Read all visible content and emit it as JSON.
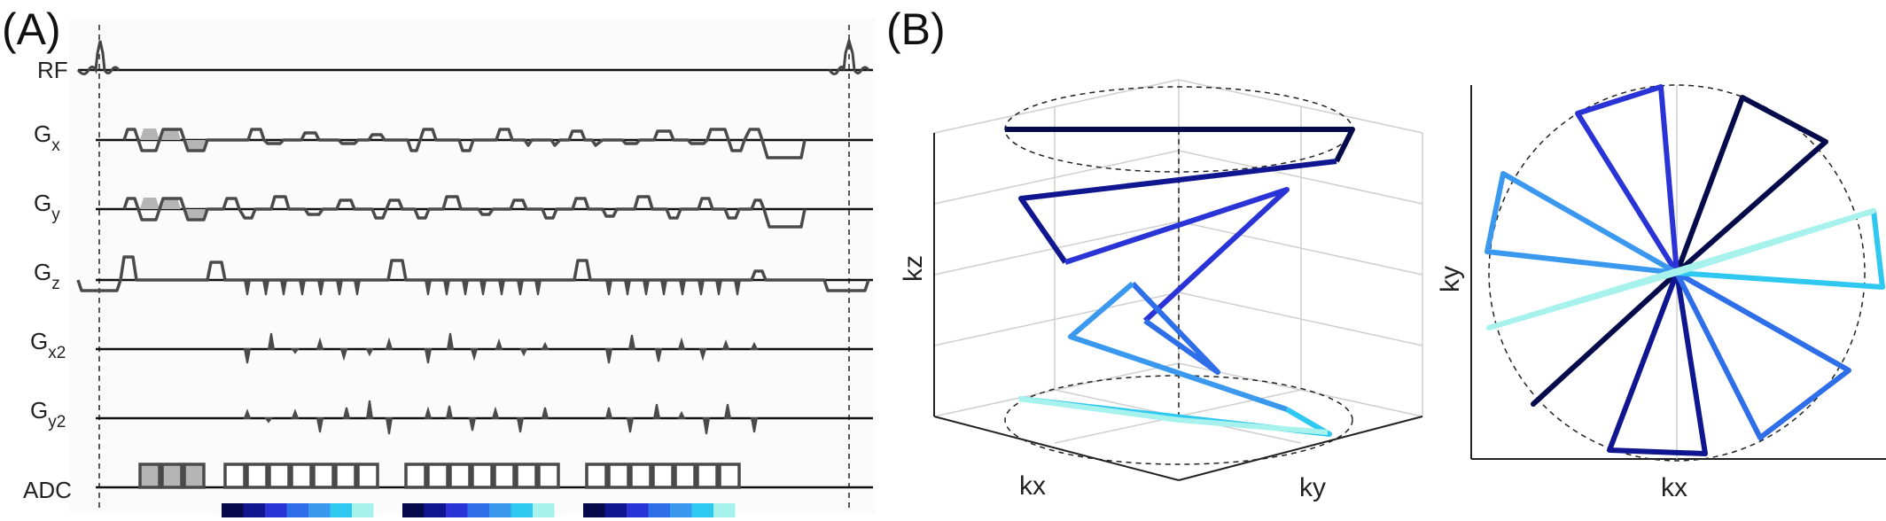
{
  "panel_a": {
    "letter": "(A)",
    "channels": [
      {
        "base": "RF",
        "sub": ""
      },
      {
        "base": "G",
        "sub": "x"
      },
      {
        "base": "G",
        "sub": "y"
      },
      {
        "base": "G",
        "sub": "z"
      },
      {
        "base": "G",
        "sub": "x2"
      },
      {
        "base": "G",
        "sub": "y2"
      },
      {
        "base": "ADC",
        "sub": ""
      }
    ],
    "colorbar_colors": [
      "#050a4a",
      "#10168f",
      "#2a33d6",
      "#2e6ee8",
      "#3a98ee",
      "#2fc8f0",
      "#a8f2ee"
    ]
  },
  "panel_b": {
    "letter": "(B)",
    "plot3d": {
      "xlabel": "kx",
      "ylabel": "ky",
      "zlabel": "kz"
    },
    "plot2d": {
      "xlabel": "kx",
      "ylabel": "ky"
    },
    "trajectory_colors": [
      "#050a4a",
      "#10168f",
      "#2a33d6",
      "#2e6ee8",
      "#3a98ee",
      "#2fc8f0",
      "#a8f2ee"
    ]
  }
}
